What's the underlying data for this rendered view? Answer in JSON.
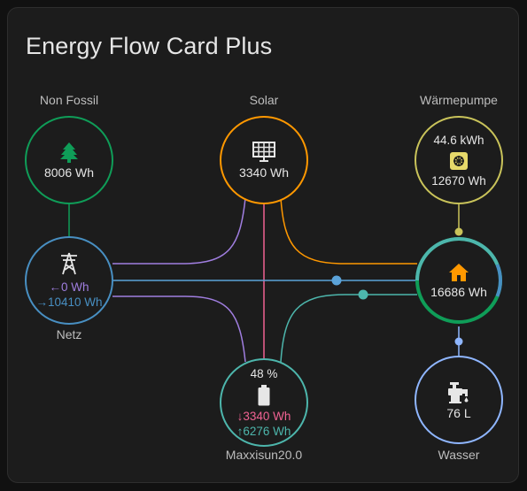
{
  "title": "Energy Flow Card Plus",
  "colors": {
    "non_fossil": "#0f9d58",
    "solar": "#ff9800",
    "grid": "#488fc2",
    "grid_to_home": "#5ba3d9",
    "heatpump": "#c9c35a",
    "home": "#ff9800",
    "battery": "#4db6ac",
    "battery_out": "#f06292",
    "battery_in": "#4db6ac",
    "water": "#8fb6ff",
    "grid_return": "#a07ee0"
  },
  "nodes": {
    "non_fossil": {
      "label": "Non Fossil",
      "value": "8006 Wh",
      "icon": "tree-icon"
    },
    "solar": {
      "label": "Solar",
      "value": "3340 Wh",
      "icon": "solar-panel-icon"
    },
    "heatpump": {
      "label": "Wärmepumpe",
      "value_top": "44.6 kWh",
      "value_bottom": "12670 Wh",
      "icon": "heat-pump-icon"
    },
    "grid": {
      "label": "Netz",
      "return_value": "0 Wh",
      "consumption_value": "10410 Wh",
      "return_arrow": "←",
      "consumption_arrow": "→",
      "icon": "transmission-tower-icon"
    },
    "home": {
      "value": "16686 Wh",
      "icon": "home-icon"
    },
    "battery": {
      "label": "Maxxisun20.0",
      "soc": "48 %",
      "out_value": "3340 Wh",
      "in_value": "6276 Wh",
      "out_arrow": "↓",
      "in_arrow": "↑",
      "icon": "battery-icon"
    },
    "water": {
      "label": "Wasser",
      "value": "76 L",
      "icon": "water-tap-icon"
    }
  }
}
